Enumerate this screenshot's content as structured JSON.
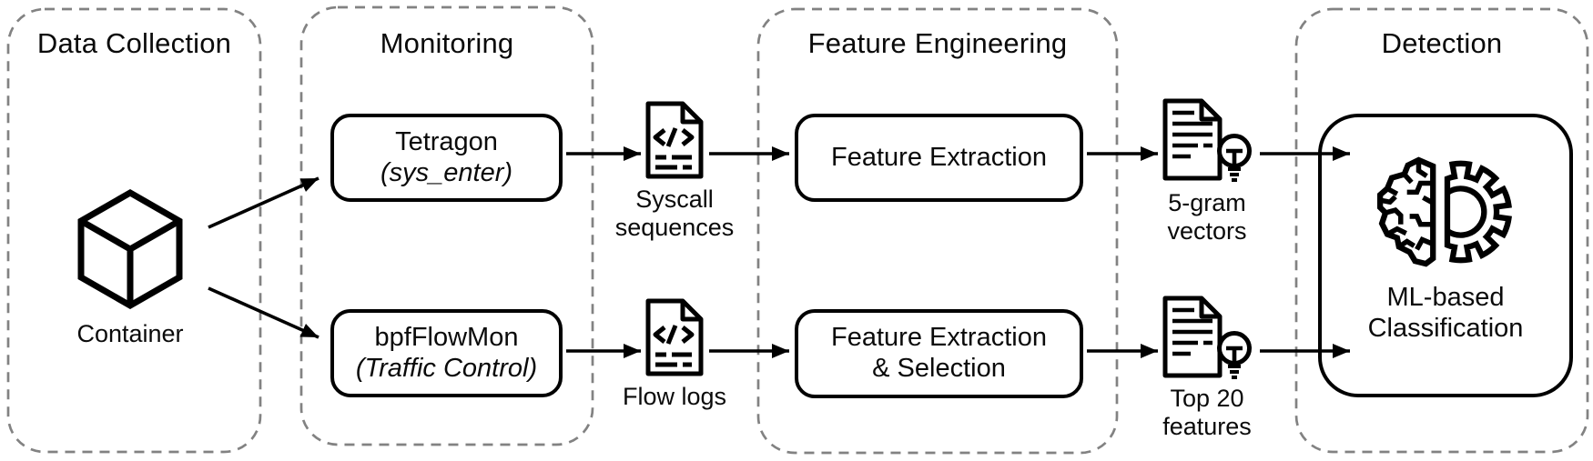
{
  "figure": {
    "type": "pipeline-diagram",
    "background": "#ffffff"
  },
  "colors": {
    "ink": "#000000",
    "dashed_border": "#828282",
    "text": "#0a0a0a"
  },
  "sections": [
    {
      "title": "Data Collection"
    },
    {
      "title": "Monitoring"
    },
    {
      "title": "Feature Engineering"
    },
    {
      "title": "Detection"
    }
  ],
  "nodes": {
    "container": {
      "label": "Container",
      "icon": "cube-icon"
    },
    "tetragon": {
      "name": "Tetragon",
      "detail": "(sys_enter)"
    },
    "bpfflowmon": {
      "name": "bpfFlowMon",
      "detail": "(Traffic Control)"
    },
    "feature_extraction": {
      "name": "Feature Extraction"
    },
    "feature_extraction_selection": {
      "line1": "Feature Extraction",
      "line2": "& Selection"
    },
    "ml_classification": {
      "line1": "ML-based",
      "line2": "Classification",
      "icon": "brain-gear-icon"
    }
  },
  "artifacts": {
    "syscall": {
      "line1": "Syscall",
      "line2": "sequences",
      "icon": "code-document-icon"
    },
    "flowlogs": {
      "line1": "Flow logs",
      "line2": "",
      "icon": "code-document-icon"
    },
    "fivegram": {
      "line1": "5-gram",
      "line2": "vectors",
      "icon": "document-lightbulb-icon"
    },
    "top20": {
      "line1": "Top 20",
      "line2": "features",
      "icon": "document-lightbulb-icon"
    }
  },
  "flows": [
    "Container -> Tetragon",
    "Container -> bpfFlowMon",
    "Tetragon -> Syscall sequences",
    "Syscall sequences -> Feature Extraction",
    "Feature Extraction -> 5-gram vectors",
    "5-gram vectors -> ML-based Classification",
    "bpfFlowMon -> Flow logs",
    "Flow logs -> Feature Extraction & Selection",
    "Feature Extraction & Selection -> Top 20 features",
    "Top 20 features -> ML-based Classification"
  ]
}
